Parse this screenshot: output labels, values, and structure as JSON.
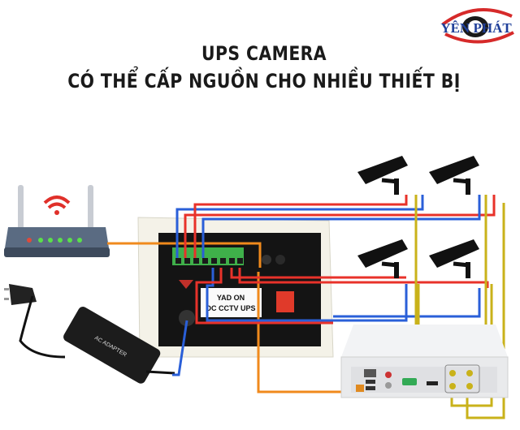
{
  "logo": {
    "text": "YÊN PHÁT"
  },
  "title": {
    "line1": "UPS CAMERA",
    "line2": "CÓ THỂ CẤP NGUỒN CHO NHIỀU THIẾT BỊ"
  },
  "ups": {
    "label_line1": "YAD ON",
    "label_line2": "DC CCTV UPS"
  },
  "adapter": {
    "label": "AC ADAPTER"
  },
  "colors": {
    "power_red": "#e8322a",
    "ground_blue": "#2a5fd8",
    "network_orange": "#f08a1c",
    "video_yellow": "#c9b21a"
  }
}
